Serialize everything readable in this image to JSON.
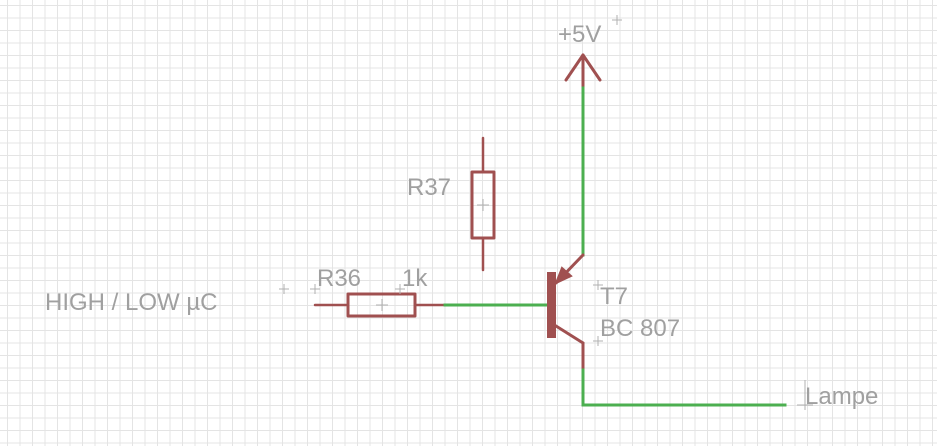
{
  "schematic": {
    "supply_label": "+5V",
    "input_label": "HIGH / LOW µC",
    "r36_name": "R36",
    "r36_value": "1k",
    "r37_name": "R37",
    "transistor_name": "T7",
    "transistor_value": "BC 807",
    "output_label": "Lampe"
  },
  "colors": {
    "grid": "#e4e4e4",
    "symbol": "#a05050",
    "net": "#4caf50",
    "text": "#a0a0a0"
  }
}
